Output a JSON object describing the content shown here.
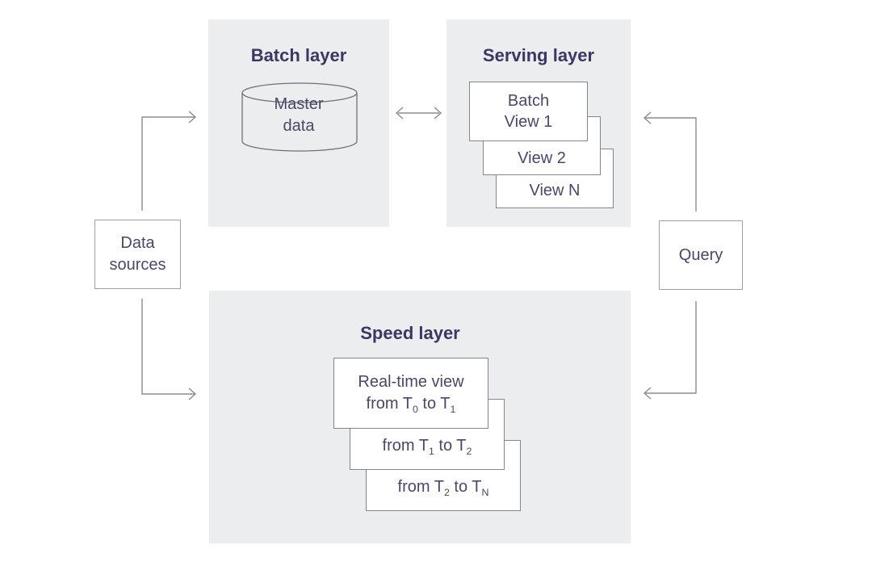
{
  "colors": {
    "panel_bg": "#ebedee",
    "title_text": "#3d3663",
    "body_text": "#4c4668",
    "stack_border": "#86848f",
    "node_border": "#a19fa8",
    "arrow": "#8b8b90",
    "cyl_stroke": "#716f7a"
  },
  "batch_layer": {
    "title": "Batch layer",
    "master_data_line1": "Master",
    "master_data_line2": "data"
  },
  "serving_layer": {
    "title": "Serving layer",
    "view1_line1": "Batch",
    "view1_line2": "View 1",
    "view2": "View 2",
    "view3": "View N"
  },
  "speed_layer": {
    "title": "Speed layer",
    "view1_line1": "Real-time view",
    "view1_line2": {
      "a": "from T",
      "sub1": "0",
      "b": " to T",
      "sub2": "1"
    },
    "view2": {
      "a": "from T",
      "sub1": "1",
      "b": " to T",
      "sub2": "2"
    },
    "view3": {
      "a": "from T",
      "sub1": "2",
      "b": " to T",
      "sub2": "N"
    }
  },
  "data_sources": {
    "label": "Data sources"
  },
  "query": {
    "label": "Query"
  }
}
